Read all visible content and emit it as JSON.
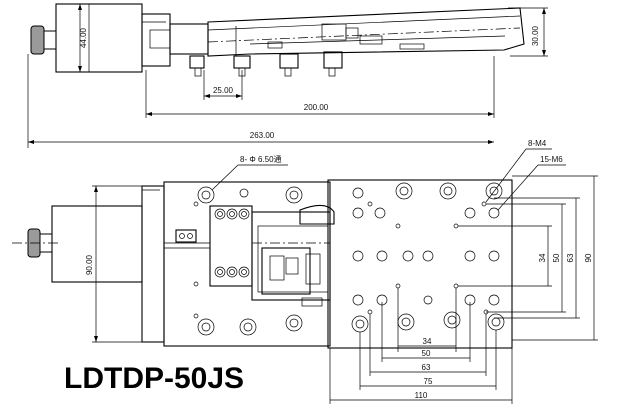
{
  "model_name": "LDTDP-50JS",
  "side_view": {
    "height_label": "44.00",
    "height_right_label": "30.00",
    "dim_25": "25.00",
    "dim_200": "200.00",
    "dim_263": "263.00"
  },
  "top_view": {
    "hole_callout": "8- Φ 6.50通",
    "callout_m4": "8-M4",
    "callout_m6": "15-M6",
    "width_label": "90.00",
    "vertical_dims": [
      "34",
      "50",
      "63",
      "90"
    ],
    "horizontal_dims": [
      "34",
      "50",
      "63",
      "75",
      "110"
    ]
  }
}
